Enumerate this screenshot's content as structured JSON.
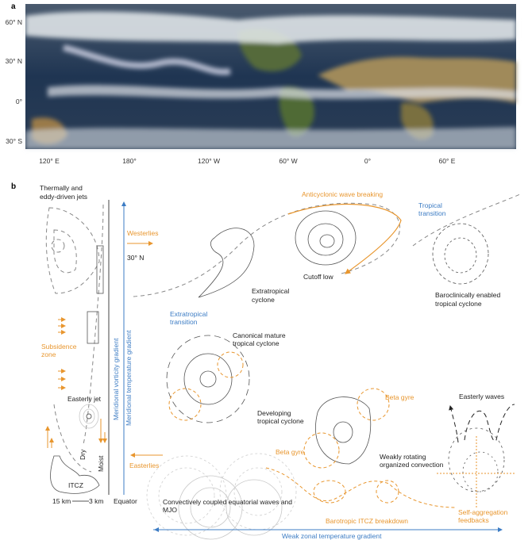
{
  "panel_a": {
    "label": "a",
    "lat_ticks": [
      "60° N",
      "30° N",
      "0°",
      "30° S"
    ],
    "lon_ticks": [
      "120° E",
      "180°",
      "120° W",
      "60° W",
      "0°",
      "60° E"
    ]
  },
  "panel_b": {
    "label": "b",
    "jets_title_1": "Thermally and",
    "jets_title_2": "eddy-driven jets",
    "westerlies": "Westerlies",
    "lat_30n": "30° N",
    "subsidence_1": "Subsidence",
    "subsidence_2": "zone",
    "easterly_jet": "Easterly jet",
    "dry": "Dry",
    "moist": "Moist",
    "itcz": "ITCZ",
    "height_15": "15 km",
    "height_3": "3 km",
    "equator": "Equator",
    "vorticity_gradient": "Meridional vorticity gradient",
    "temperature_gradient": "Meridional temperature gradient",
    "easterlies": "Easterlies",
    "anticyclonic": "Anticyclonic wave breaking",
    "tropical_transition_1": "Tropical",
    "tropical_transition_2": "transition",
    "extratropical_cyclone_1": "Extratropical",
    "extratropical_cyclone_2": "cyclone",
    "cutoff_low": "Cutoff low",
    "baroclinic_1": "Baroclinically enabled",
    "baroclinic_2": "tropical cyclone",
    "extratropical_transition_1": "Extratropical",
    "extratropical_transition_2": "transition",
    "canonical_1": "Canonical mature",
    "canonical_2": "tropical cyclone",
    "developing_1": "Developing",
    "developing_2": "tropical cyclone",
    "beta_gyre_1": "Beta gyre",
    "beta_gyre_2": "Beta gyre",
    "easterly_waves": "Easterly waves",
    "weakly_1": "Weakly rotating",
    "weakly_2": "organized convection",
    "ccew_1": "Convectively coupled equatorial waves and",
    "ccew_2": "MJO",
    "barotropic": "Barotropic ITCZ breakdown",
    "self_agg_1": "Self-aggregation",
    "self_agg_2": "feedbacks",
    "weak_zonal": "Weak zonal temperature gradient"
  },
  "colors": {
    "orange": "#e8962e",
    "blue": "#3c7cc4"
  }
}
